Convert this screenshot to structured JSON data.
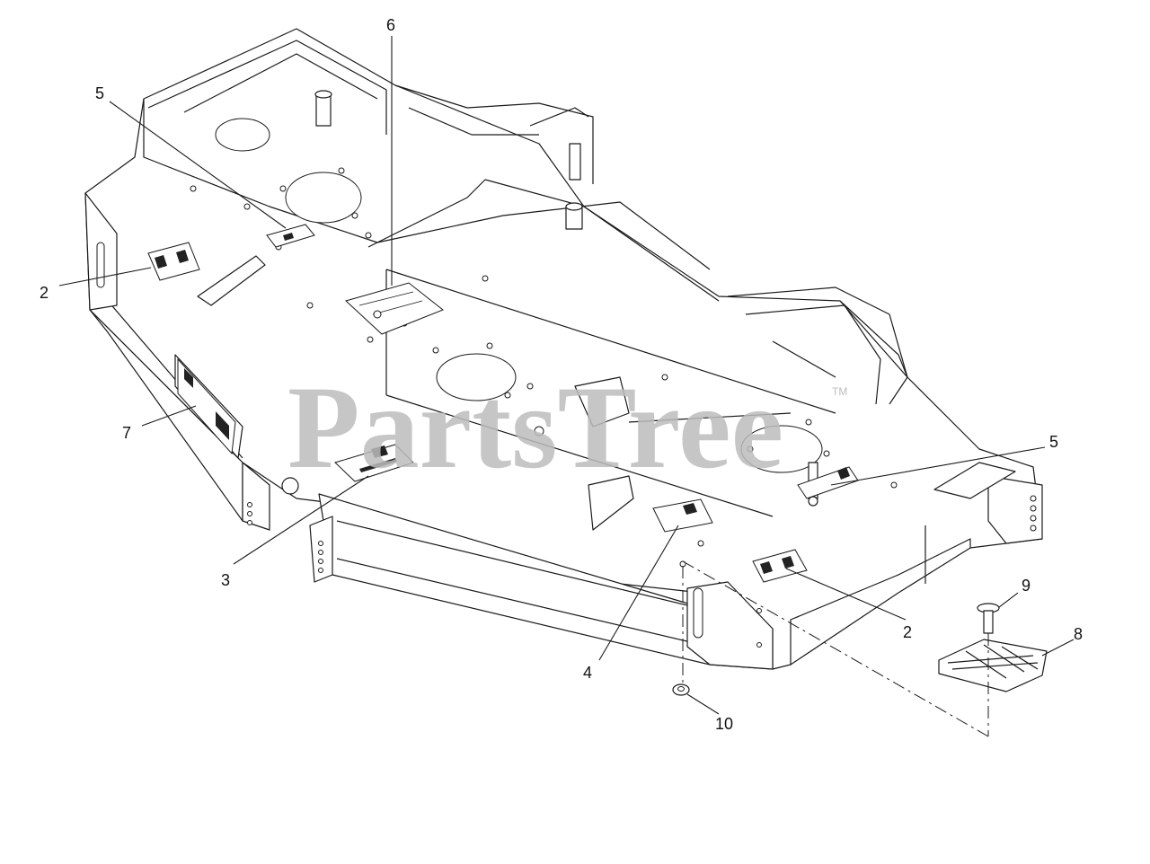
{
  "watermark": {
    "text": "PartsTree",
    "trademark": "TM"
  },
  "callouts": [
    {
      "id": "c-5a",
      "label": "5"
    },
    {
      "id": "c-6",
      "label": "6"
    },
    {
      "id": "c-2a",
      "label": "2"
    },
    {
      "id": "c-7",
      "label": "7"
    },
    {
      "id": "c-3",
      "label": "3"
    },
    {
      "id": "c-4",
      "label": "4"
    },
    {
      "id": "c-5b",
      "label": "5"
    },
    {
      "id": "c-2b",
      "label": "2"
    },
    {
      "id": "c-9",
      "label": "9"
    },
    {
      "id": "c-8",
      "label": "8"
    },
    {
      "id": "c-10",
      "label": "10"
    }
  ]
}
